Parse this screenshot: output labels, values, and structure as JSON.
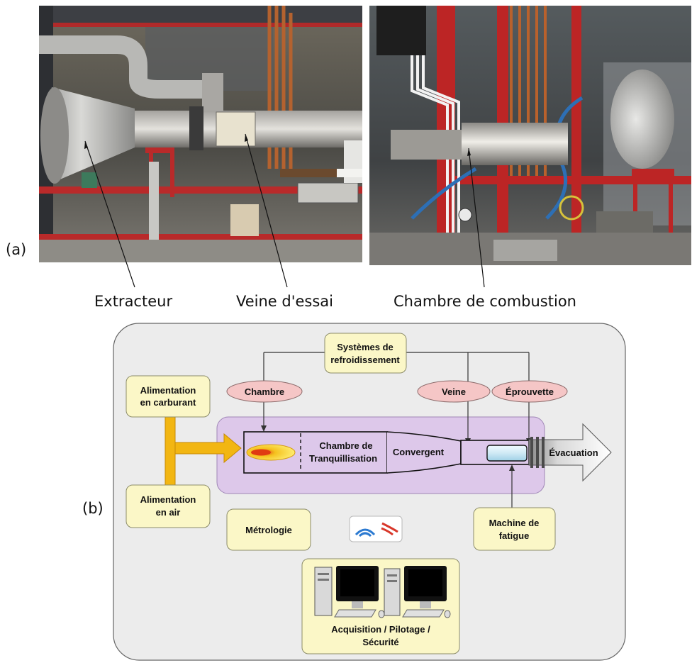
{
  "photos": {
    "panel_label": "(a)",
    "callouts": {
      "extracteur": "Extracteur",
      "veine": "Veine d'essai",
      "chambre": "Chambre de combustion"
    }
  },
  "diagram": {
    "panel_label": "(b)",
    "boxes": {
      "cooling": [
        "Systèmes de",
        "refroidissement"
      ],
      "fuel": [
        "Alimentation",
        "en carburant"
      ],
      "air": [
        "Alimentation",
        "en air"
      ],
      "metrology": "Métrologie",
      "fatigue": [
        "Machine de",
        "fatigue"
      ],
      "acquisition": [
        "Acquisition / Pilotage /",
        "Sécurité"
      ]
    },
    "ovals": {
      "chambre": "Chambre",
      "veine": "Veine",
      "eprouvette": "Éprouvette"
    },
    "sections": {
      "tranquillisation": [
        "Chambre de",
        "Tranquillisation"
      ],
      "convergent": "Convergent",
      "evacuation": "Évacuation"
    }
  },
  "colors": {
    "panel_bg": "#ececec",
    "box_fill": "#fbf7c7",
    "oval_fill": "#f5c6c6",
    "rig_fill": "#ddc8ea",
    "feed_arrow": "#f2b612"
  }
}
